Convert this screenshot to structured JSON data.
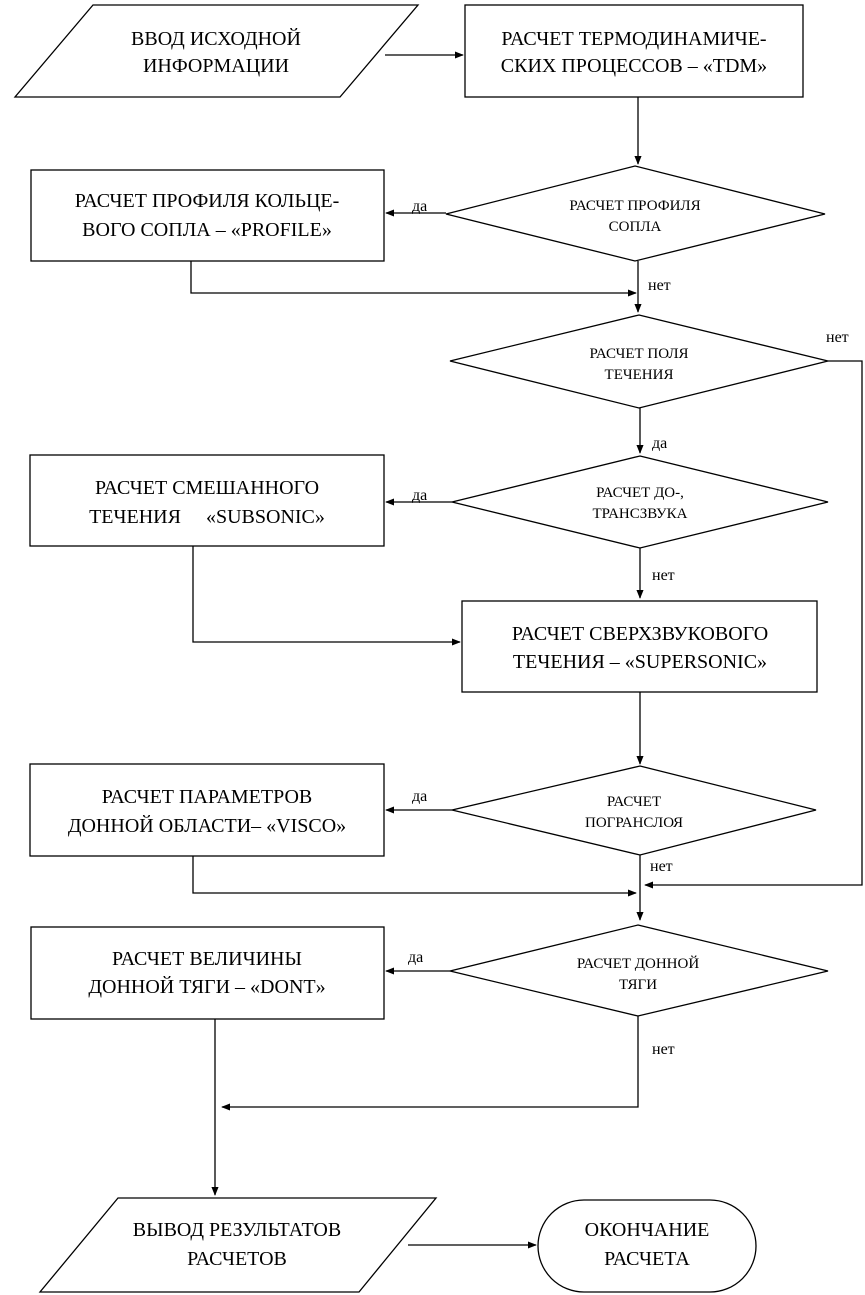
{
  "colors": {
    "stroke": "#000000",
    "background": "#ffffff"
  },
  "nodes": {
    "input": {
      "line1": "ВВОД ИСХОДНОЙ",
      "line2": "ИНФОРМАЦИИ"
    },
    "tdm": {
      "line1": "РАСЧЕТ ТЕРМОДИНАМИЧЕ-",
      "line2": "СКИХ ПРОЦЕССОВ – «TDM»"
    },
    "profile": {
      "line1": "РАСЧЕТ ПРОФИЛЯ КОЛЬЦЕ-",
      "line2": "ВОГО СОПЛА – «PROFILE»"
    },
    "q_profile": {
      "line1": "РАСЧЕТ ПРОФИЛЯ",
      "line2": "СОПЛА"
    },
    "q_flow": {
      "line1": "РАСЧЕТ ПОЛЯ",
      "line2": "ТЕЧЕНИЯ"
    },
    "subsonic": {
      "line1": "РАСЧЕТ СМЕШАННОГО",
      "line2": "ТЕЧЕНИЯ     «SUBSONIC»"
    },
    "q_trans": {
      "line1": "РАСЧЕТ ДО-,",
      "line2": "ТРАНСЗВУКА"
    },
    "supersonic": {
      "line1": "РАСЧЕТ СВЕРХЗВУКОВОГО",
      "line2": "ТЕЧЕНИЯ – «SUPERSONIC»"
    },
    "visco": {
      "line1": "РАСЧЕТ ПАРАМЕТРОВ",
      "line2": "ДОННОЙ ОБЛАСТИ– «VISCO»"
    },
    "q_boundary": {
      "line1": "РАСЧЕТ",
      "line2": "ПОГРАНСЛОЯ"
    },
    "dont": {
      "line1": "РАСЧЕТ ВЕЛИЧИНЫ",
      "line2": "ДОННОЙ ТЯГИ – «DONT»"
    },
    "q_thrust": {
      "line1": "РАСЧЕТ ДОННОЙ",
      "line2": "ТЯГИ"
    },
    "output": {
      "line1": "ВЫВОД РЕЗУЛЬТАТОВ",
      "line2": "РАСЧЕТОВ"
    },
    "end": {
      "line1": "ОКОНЧАНИЕ",
      "line2": "РАСЧЕТА"
    }
  },
  "labels": {
    "yes_profile": "да",
    "no_profile": "нет",
    "no_flow": "нет",
    "yes_flow": "да",
    "yes_trans": "да",
    "no_trans": "нет",
    "yes_boundary": "да",
    "no_boundary": "нет",
    "yes_thrust": "да",
    "no_thrust": "нет"
  }
}
